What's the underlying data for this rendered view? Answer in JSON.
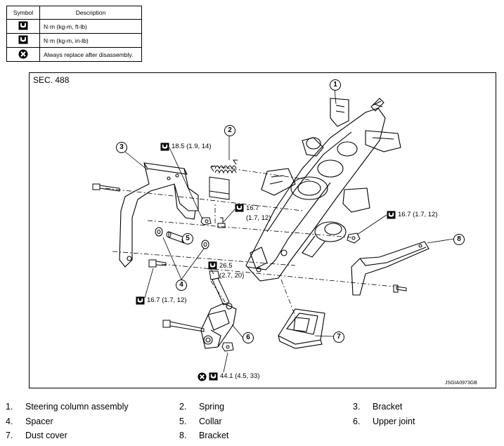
{
  "table": {
    "header_symbol": "Symbol",
    "header_description": "Description",
    "rows": [
      {
        "icon": "torque-wrench-nm-icon",
        "description": "N·m (kg-m, ft-lb)"
      },
      {
        "icon": "torque-wrench-inlb-icon",
        "description": "N·m (kg-m, in-lb)"
      },
      {
        "icon": "replace-x-icon",
        "description": "Always replace after disassembly."
      }
    ]
  },
  "diagram": {
    "section": "SEC. 488",
    "figure_code": "JSGIA0973GB",
    "torques": [
      {
        "value": "18.5 (1.9, 14)"
      },
      {
        "value": "16.7",
        "value2": "(1.7, 12)"
      },
      {
        "value": "16.7 (1.7, 12)"
      },
      {
        "value": "26.5",
        "value2": "(2.7, 20)"
      },
      {
        "value": "16.7 (1.7, 12)"
      },
      {
        "value": "44.1 (4.5, 33)"
      }
    ],
    "callouts": [
      "1",
      "2",
      "3",
      "4",
      "5",
      "6",
      "7",
      "8"
    ]
  },
  "legend": [
    {
      "num": "1.",
      "label": "Steering column assembly"
    },
    {
      "num": "2.",
      "label": "Spring"
    },
    {
      "num": "3.",
      "label": "Bracket"
    },
    {
      "num": "4.",
      "label": "Spacer"
    },
    {
      "num": "5.",
      "label": "Collar"
    },
    {
      "num": "6.",
      "label": "Upper joint"
    },
    {
      "num": "7.",
      "label": "Dust cover"
    },
    {
      "num": "8.",
      "label": "Bracket"
    }
  ]
}
